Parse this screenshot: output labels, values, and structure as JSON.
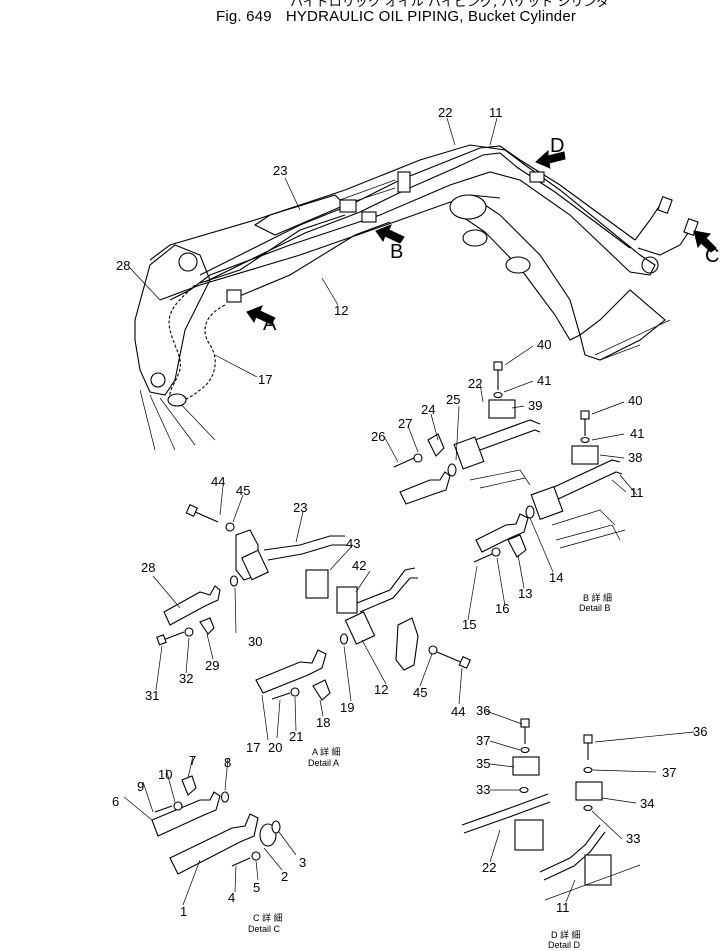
{
  "header": {
    "fig_number": "Fig. 649",
    "title": "HYDRAULIC OIL PIPING, Bucket Cylinder",
    "subtitle_jp": "ハイドロリック オイル パイピング, バケット シリンダ"
  },
  "views": {
    "A": "A",
    "B": "B",
    "C": "C",
    "D": "D"
  },
  "details": {
    "A": {
      "jp": "A 詳 細",
      "label": "Detail A"
    },
    "B": {
      "jp": "B 詳 細",
      "label": "Detail B"
    },
    "C": {
      "jp": "C 詳 細",
      "label": "Detail C"
    },
    "D": {
      "jp": "D 詳 細",
      "label": "Detail D"
    }
  },
  "callouts": {
    "p1": "1",
    "p2": "2",
    "p3": "3",
    "p4": "4",
    "p5": "5",
    "p6": "6",
    "p7": "7",
    "p8": "8",
    "p9": "9",
    "p10": "10",
    "p11a": "11",
    "p11b": "11",
    "p11c": "11",
    "p12a": "12",
    "p12b": "12",
    "p13": "13",
    "p14": "14",
    "p15": "15",
    "p16": "16",
    "p17a": "17",
    "p17b": "17",
    "p18": "18",
    "p19": "19",
    "p20": "20",
    "p21": "21",
    "p22a": "22",
    "p22b": "22",
    "p22c": "22",
    "p23a": "23",
    "p23b": "23",
    "p24": "24",
    "p25": "25",
    "p26": "26",
    "p27": "27",
    "p28a": "28",
    "p28b": "28",
    "p29": "29",
    "p30": "30",
    "p31": "31",
    "p32": "32",
    "p33a": "33",
    "p33b": "33",
    "p34": "34",
    "p35": "35",
    "p36a": "36",
    "p36b": "36",
    "p37a": "37",
    "p37b": "37",
    "p38": "38",
    "p39": "39",
    "p40a": "40",
    "p40b": "40",
    "p41a": "41",
    "p41b": "41",
    "p42": "42",
    "p43": "43",
    "p44a": "44",
    "p44b": "44",
    "p45a": "45",
    "p45b": "45"
  }
}
